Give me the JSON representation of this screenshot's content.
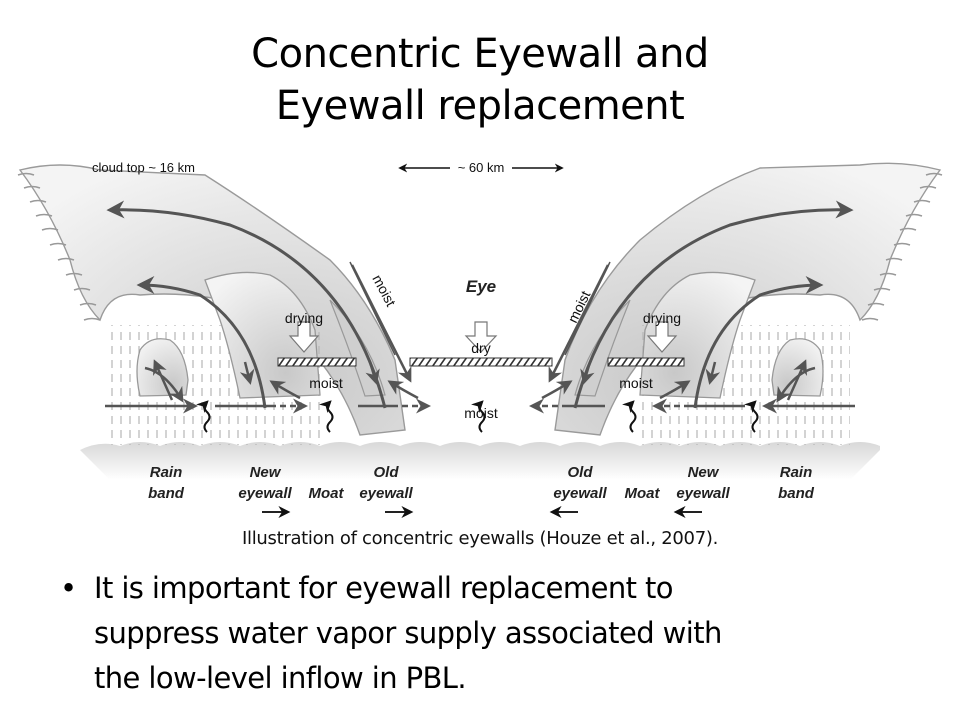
{
  "slide": {
    "title_lines": [
      "Concentric Eyewall and",
      "Eyewall replacement"
    ],
    "caption": "Illustration of concentric eyewalls (Houze et al., 2007).",
    "bullets": [
      {
        "lines": [
          "It is important for eyewall replacement to",
          "suppress water vapor supply associated with",
          "the low-level inflow in PBL."
        ]
      }
    ]
  },
  "diagram": {
    "cloud_top_label": "cloud top ~ 16 km",
    "scale_label": "~ 60 km",
    "eye_label": "Eye",
    "moist_slope_left": "moist",
    "moist_slope_right": "moist",
    "drying_left": "drying",
    "dry_center": "dry",
    "drying_right": "drying",
    "moist_moat_left": "moist",
    "moist_center": "moist",
    "moist_moat_right": "moist",
    "bottom_labels": {
      "left": [
        {
          "line1": "Rain",
          "line2": "band"
        },
        {
          "line1": "New",
          "line2": "eyewall"
        },
        {
          "line1": "",
          "line2": "Moat"
        },
        {
          "line1": "Old",
          "line2": "eyewall"
        }
      ],
      "right": [
        {
          "line1": "Old",
          "line2": "eyewall"
        },
        {
          "line1": "",
          "line2": "Moat"
        },
        {
          "line1": "New",
          "line2": "eyewall"
        },
        {
          "line1": "Rain",
          "line2": "band"
        }
      ]
    },
    "colors": {
      "cloud_fill": "#d4d4d4",
      "cloud_edge": "#8a8a8a",
      "arrow": "#555555",
      "ocean": "#e2e2e2"
    }
  }
}
